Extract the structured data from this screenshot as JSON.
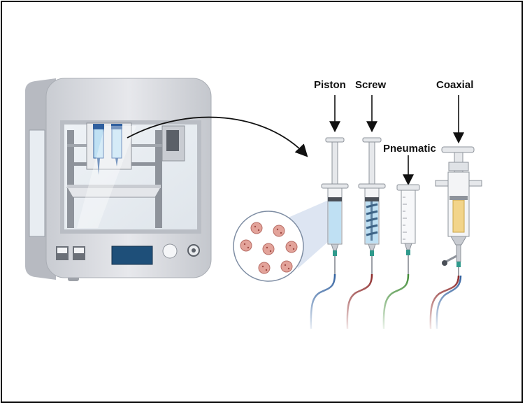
{
  "diagram": {
    "labels": {
      "piston": "Piston",
      "screw": "Screw",
      "pneumatic": "Pneumatic",
      "coaxial": "Coaxial"
    },
    "colors": {
      "frame": "#111111",
      "printer_body": "#d9dbe0",
      "printer_panel": "#c3c6cc",
      "display": "#1e4f79",
      "bioink": "#bfe0f3",
      "needle": "#2f9a8c",
      "filament_blue": "#2f5f9e",
      "filament_red": "#8a2424",
      "filament_green": "#3e8a33",
      "cell": "#e3a39a",
      "coaxial_core": "#f2d48a"
    },
    "icons": [
      "3d-printer-icon",
      "syringe-icon",
      "cell-icon",
      "arrow-icon"
    ]
  }
}
